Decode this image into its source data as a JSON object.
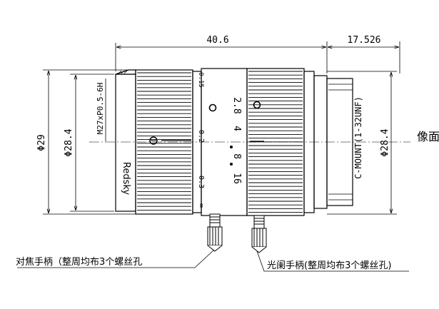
{
  "dimensions": {
    "overall_length": "40.6",
    "flange_distance": "17.526",
    "outer_diameter": "Φ29",
    "front_thread_diameter": "Φ28.4",
    "mount_diameter": "Φ28.4"
  },
  "threads": {
    "filter_thread": "M27xP0.5-6H",
    "mount_thread": "C-MOUNT(1-32UNF)"
  },
  "brand": "Redsky",
  "image_plane_label": "像面",
  "focus_scale": {
    "near": "0.15",
    "mid": "0.2",
    "far": "0.3",
    "inf": "∞"
  },
  "aperture_scale": {
    "f_values": [
      "2.8",
      "4",
      "8",
      "16"
    ]
  },
  "callouts": {
    "focus_handle": "对焦手柄（整周均布3个螺丝孔",
    "aperture_handle": "光阑手柄(整周均布3个螺丝孔)"
  },
  "colors": {
    "line": "#000000",
    "background": "#ffffff"
  }
}
